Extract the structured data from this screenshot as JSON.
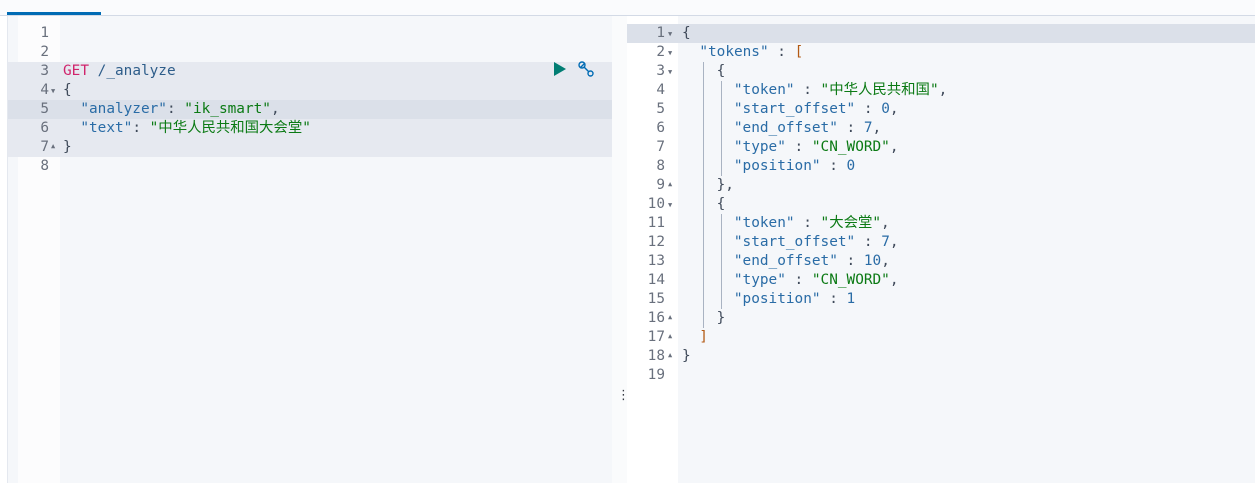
{
  "request": {
    "lines": [
      {
        "n": "1",
        "tokens": []
      },
      {
        "n": "2",
        "tokens": []
      },
      {
        "n": "3",
        "hl": true,
        "actions": true,
        "tokens": [
          [
            "method",
            "GET"
          ],
          [
            "url",
            " /_analyze"
          ]
        ]
      },
      {
        "n": "4",
        "fold": "down",
        "hl": true,
        "tokens": [
          [
            "punc",
            "{"
          ]
        ]
      },
      {
        "n": "5",
        "sel": true,
        "tokens": [
          [
            "punc",
            "  "
          ],
          [
            "key",
            "\"analyzer\""
          ],
          [
            "punc",
            ": "
          ],
          [
            "str",
            "\"ik_smart\""
          ],
          [
            "punc",
            ","
          ]
        ]
      },
      {
        "n": "6",
        "hl": true,
        "tokens": [
          [
            "punc",
            "  "
          ],
          [
            "key",
            "\"text\""
          ],
          [
            "punc",
            ": "
          ],
          [
            "str",
            "\"中华人民共和国大会堂\""
          ]
        ]
      },
      {
        "n": "7",
        "fold": "up",
        "hl": true,
        "tokens": [
          [
            "punc",
            "}"
          ]
        ]
      },
      {
        "n": "8",
        "tokens": []
      }
    ],
    "actions": {
      "run": "play-icon",
      "settings": "wrench-icon"
    }
  },
  "response": {
    "lines": [
      {
        "n": "1",
        "fold": "down",
        "sel": true,
        "indent": 0,
        "tokens": [
          [
            "punc",
            "{"
          ]
        ]
      },
      {
        "n": "2",
        "fold": "down",
        "indent": 0,
        "tokens": [
          [
            "punc",
            "  "
          ],
          [
            "key",
            "\"tokens\""
          ],
          [
            "punc",
            " : "
          ],
          [
            "brack",
            "["
          ]
        ]
      },
      {
        "n": "3",
        "fold": "down",
        "indent": 2,
        "tokens": [
          [
            "punc",
            "{"
          ]
        ]
      },
      {
        "n": "4",
        "indent": 3,
        "tokens": [
          [
            "key",
            "\"token\""
          ],
          [
            "punc",
            " : "
          ],
          [
            "str",
            "\"中华人民共和国\""
          ],
          [
            "punc",
            ","
          ]
        ]
      },
      {
        "n": "5",
        "indent": 3,
        "tokens": [
          [
            "key",
            "\"start_offset\""
          ],
          [
            "punc",
            " : "
          ],
          [
            "num",
            "0"
          ],
          [
            "punc",
            ","
          ]
        ]
      },
      {
        "n": "6",
        "indent": 3,
        "tokens": [
          [
            "key",
            "\"end_offset\""
          ],
          [
            "punc",
            " : "
          ],
          [
            "num",
            "7"
          ],
          [
            "punc",
            ","
          ]
        ]
      },
      {
        "n": "7",
        "indent": 3,
        "tokens": [
          [
            "key",
            "\"type\""
          ],
          [
            "punc",
            " : "
          ],
          [
            "str",
            "\"CN_WORD\""
          ],
          [
            "punc",
            ","
          ]
        ]
      },
      {
        "n": "8",
        "indent": 3,
        "tokens": [
          [
            "key",
            "\"position\""
          ],
          [
            "punc",
            " : "
          ],
          [
            "num",
            "0"
          ]
        ]
      },
      {
        "n": "9",
        "fold": "up",
        "indent": 2,
        "tokens": [
          [
            "punc",
            "},"
          ]
        ]
      },
      {
        "n": "10",
        "fold": "down",
        "indent": 2,
        "tokens": [
          [
            "punc",
            "{"
          ]
        ]
      },
      {
        "n": "11",
        "indent": 3,
        "tokens": [
          [
            "key",
            "\"token\""
          ],
          [
            "punc",
            " : "
          ],
          [
            "str",
            "\"大会堂\""
          ],
          [
            "punc",
            ","
          ]
        ]
      },
      {
        "n": "12",
        "indent": 3,
        "tokens": [
          [
            "key",
            "\"start_offset\""
          ],
          [
            "punc",
            " : "
          ],
          [
            "num",
            "7"
          ],
          [
            "punc",
            ","
          ]
        ]
      },
      {
        "n": "13",
        "indent": 3,
        "tokens": [
          [
            "key",
            "\"end_offset\""
          ],
          [
            "punc",
            " : "
          ],
          [
            "num",
            "10"
          ],
          [
            "punc",
            ","
          ]
        ]
      },
      {
        "n": "14",
        "indent": 3,
        "tokens": [
          [
            "key",
            "\"type\""
          ],
          [
            "punc",
            " : "
          ],
          [
            "str",
            "\"CN_WORD\""
          ],
          [
            "punc",
            ","
          ]
        ]
      },
      {
        "n": "15",
        "indent": 3,
        "tokens": [
          [
            "key",
            "\"position\""
          ],
          [
            "punc",
            " : "
          ],
          [
            "num",
            "1"
          ]
        ]
      },
      {
        "n": "16",
        "fold": "up",
        "indent": 2,
        "tokens": [
          [
            "punc",
            "}"
          ]
        ]
      },
      {
        "n": "17",
        "fold": "up",
        "indent": 1,
        "tokens": [
          [
            "brack",
            "]"
          ]
        ]
      },
      {
        "n": "18",
        "fold": "up",
        "indent": 0,
        "tokens": [
          [
            "punc",
            "}"
          ]
        ]
      },
      {
        "n": "19",
        "indent": 0,
        "tokens": []
      }
    ]
  },
  "resizer": {
    "handle": "⋮"
  }
}
